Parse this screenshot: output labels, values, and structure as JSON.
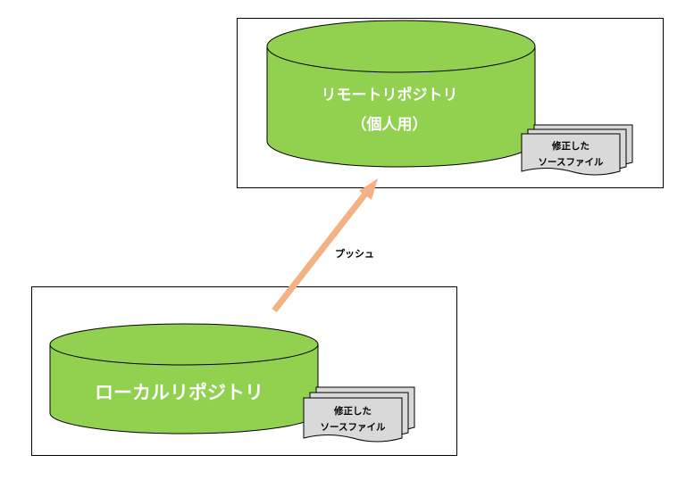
{
  "remote": {
    "title": "リモートリポジトリ",
    "subtitle": "（個人用）",
    "doc_line1": "修正した",
    "doc_line2": "ソースファイル"
  },
  "local": {
    "title": "ローカルリポジトリ",
    "doc_line1": "修正した",
    "doc_line2": "ソースファイル"
  },
  "arrow": {
    "label": "プッシュ"
  },
  "colors": {
    "cylinder_fill": "#92d050",
    "arrow": "#f4b183",
    "doc_fill": "#d9d9d9"
  }
}
